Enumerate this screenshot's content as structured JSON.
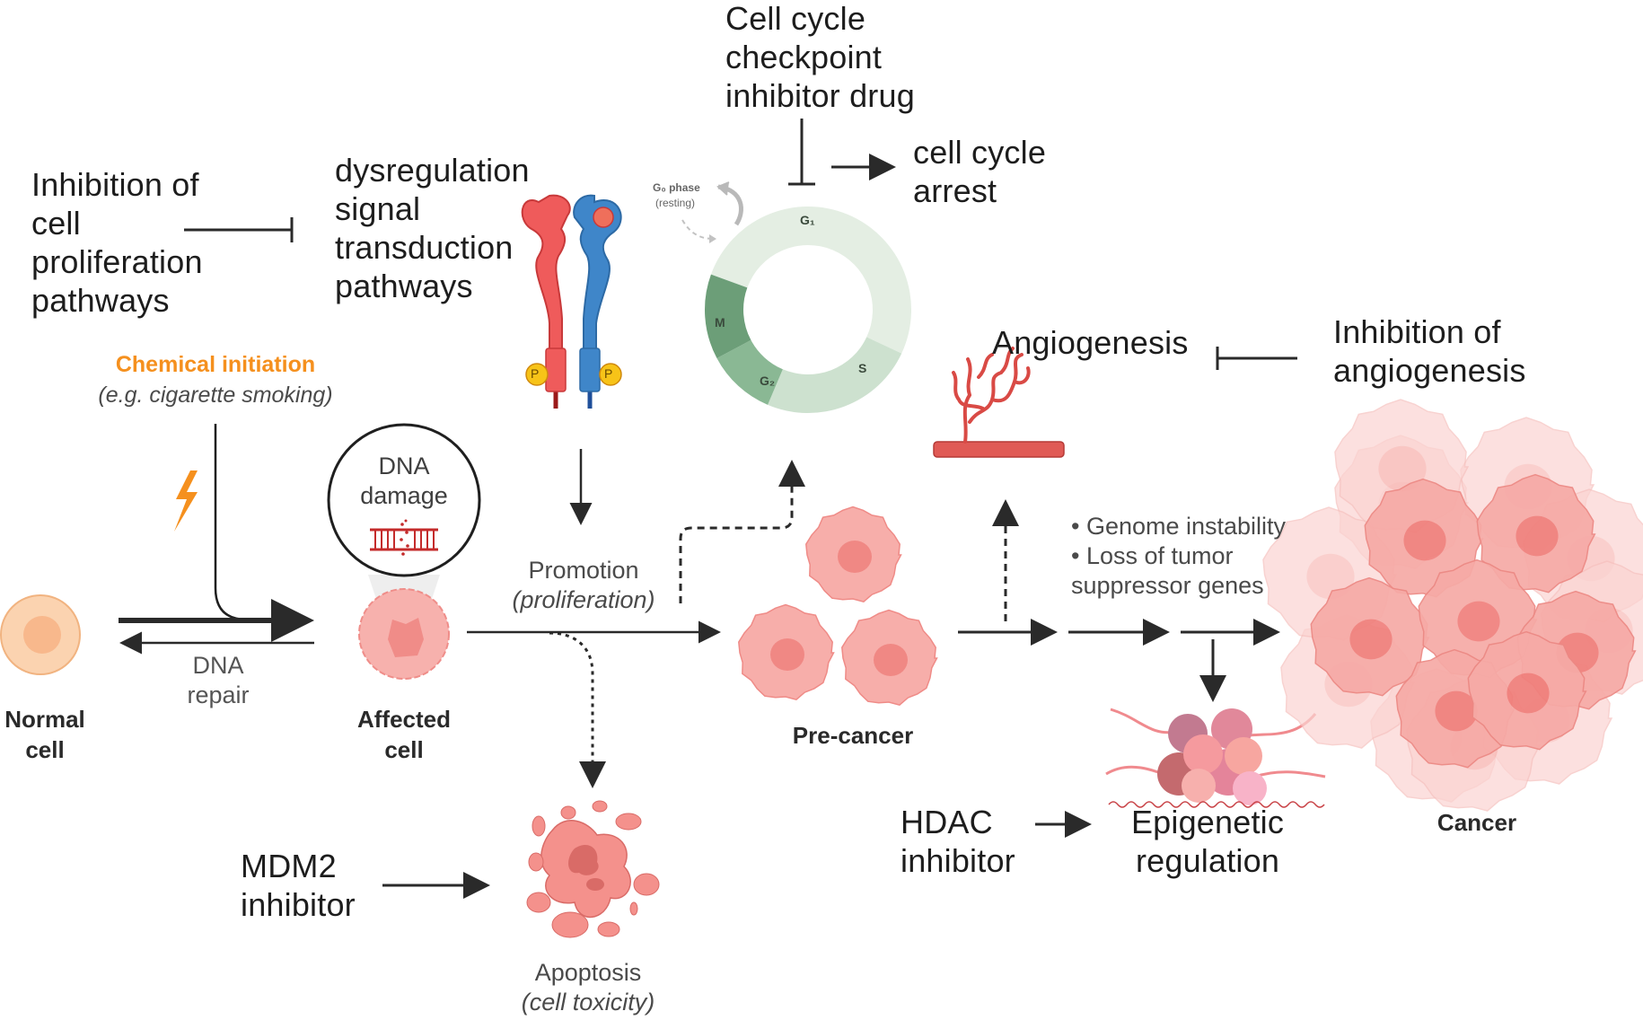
{
  "figure": {
    "title": "Carcinogenesis stages and therapeutic intervention points",
    "colors": {
      "initiation_orange": "#f5901e",
      "cell_pink": "#f5a5a2",
      "nucleus_red": "#ee7a78",
      "normal_cell": "#fbd3b0",
      "receptor_red": "#ef5b5b",
      "receptor_blue": "#3f86c9",
      "phospho_yellow": "#f7c318",
      "vessel_red": "#d94a45",
      "cycle_g1": "#e4eee3",
      "cycle_s": "#cde1cf",
      "cycle_g2": "#8ab894",
      "cycle_m": "#6c9e78"
    }
  },
  "labels": {
    "inhibition_proliferation": [
      "Inhibition of",
      "cell",
      "proliferation",
      "pathways"
    ],
    "dysregulation": [
      "dysregulation",
      "signal",
      "transduction",
      "pathways"
    ],
    "checkpoint_drug": [
      "Cell cycle",
      "checkpoint",
      "inhibitor drug"
    ],
    "cell_cycle_arrest": [
      "cell cycle",
      "arrest"
    ],
    "angiogenesis": "Angiogenesis",
    "inhibition_angiogenesis": [
      "Inhibition of",
      "angiogenesis"
    ],
    "chemical_initiation": "Chemical initiation",
    "chemical_example": "(e.g. cigarette smoking)",
    "dna_damage": [
      "DNA",
      "damage"
    ],
    "dna_repair": [
      "DNA",
      "repair"
    ],
    "normal_cell": [
      "Normal",
      "cell"
    ],
    "affected_cell": [
      "Affected",
      "cell"
    ],
    "promotion": "Promotion",
    "promotion_sub": "(proliferation)",
    "pre_cancer": "Pre-cancer",
    "progression_bullets": [
      "• Genome instability",
      "• Loss of tumor",
      "suppressor genes"
    ],
    "hdac_inhibitor": [
      "HDAC",
      "inhibitor"
    ],
    "epigenetic": [
      "Epigenetic",
      "regulation"
    ],
    "cancer": "Cancer",
    "mdm2_inhibitor": [
      "MDM2",
      "inhibitor"
    ],
    "apoptosis": "Apoptosis",
    "apoptosis_sub": "(cell toxicity)"
  },
  "cell_cycle": {
    "g0_label": "G₀ phase",
    "g0_sub": "(resting)",
    "phases": [
      {
        "name": "G₁",
        "color": "#e4eee3"
      },
      {
        "name": "S",
        "color": "#cde1cf"
      },
      {
        "name": "G₂",
        "color": "#8ab894"
      },
      {
        "name": "M",
        "color": "#6c9e78"
      }
    ]
  },
  "receptor": {
    "phospho_label": "P"
  }
}
